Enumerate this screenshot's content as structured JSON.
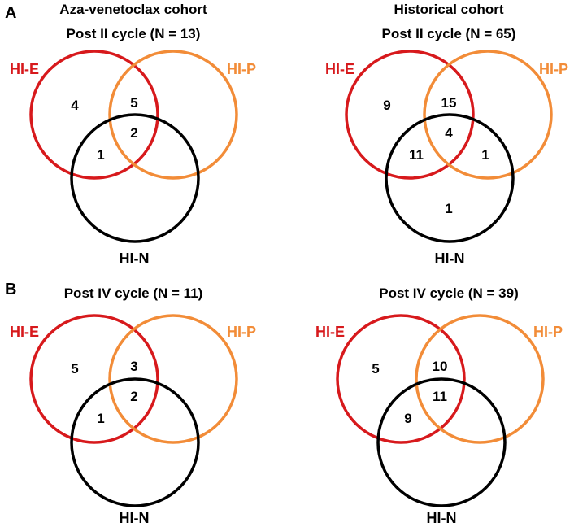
{
  "colors": {
    "hi_e": "#d7191c",
    "hi_p": "#f28c38",
    "hi_n": "#000000"
  },
  "panels": [
    {
      "letter": "A",
      "cohort": "Aza-venetoclax cohort",
      "cycle": "Post II cycle (N = 13)",
      "labels": {
        "e": "HI-E",
        "p": "HI-P",
        "n": "HI-N"
      },
      "counts": {
        "e_only": "4",
        "ep": "5",
        "epn": "2",
        "en": "1",
        "pn": "",
        "n_only": ""
      }
    },
    {
      "letter": "",
      "cohort": "Historical cohort",
      "cycle": "Post II cycle (N = 65)",
      "labels": {
        "e": "HI-E",
        "p": "HI-P",
        "n": "HI-N"
      },
      "counts": {
        "e_only": "9",
        "ep": "15",
        "epn": "4",
        "en": "11",
        "pn": "1",
        "n_only": "1"
      }
    },
    {
      "letter": "B",
      "cohort": "",
      "cycle": "Post IV cycle (N = 11)",
      "labels": {
        "e": "HI-E",
        "p": "HI-P",
        "n": "HI-N"
      },
      "counts": {
        "e_only": "5",
        "ep": "3",
        "epn": "2",
        "en": "1",
        "pn": "",
        "n_only": ""
      }
    },
    {
      "letter": "",
      "cohort": "",
      "cycle": "Post IV cycle (N = 39)",
      "labels": {
        "e": "HI-E",
        "p": "HI-P",
        "n": "HI-N"
      },
      "counts": {
        "e_only": "5",
        "ep": "10",
        "epn": "11",
        "en": "9",
        "pn": "",
        "n_only": ""
      }
    }
  ]
}
